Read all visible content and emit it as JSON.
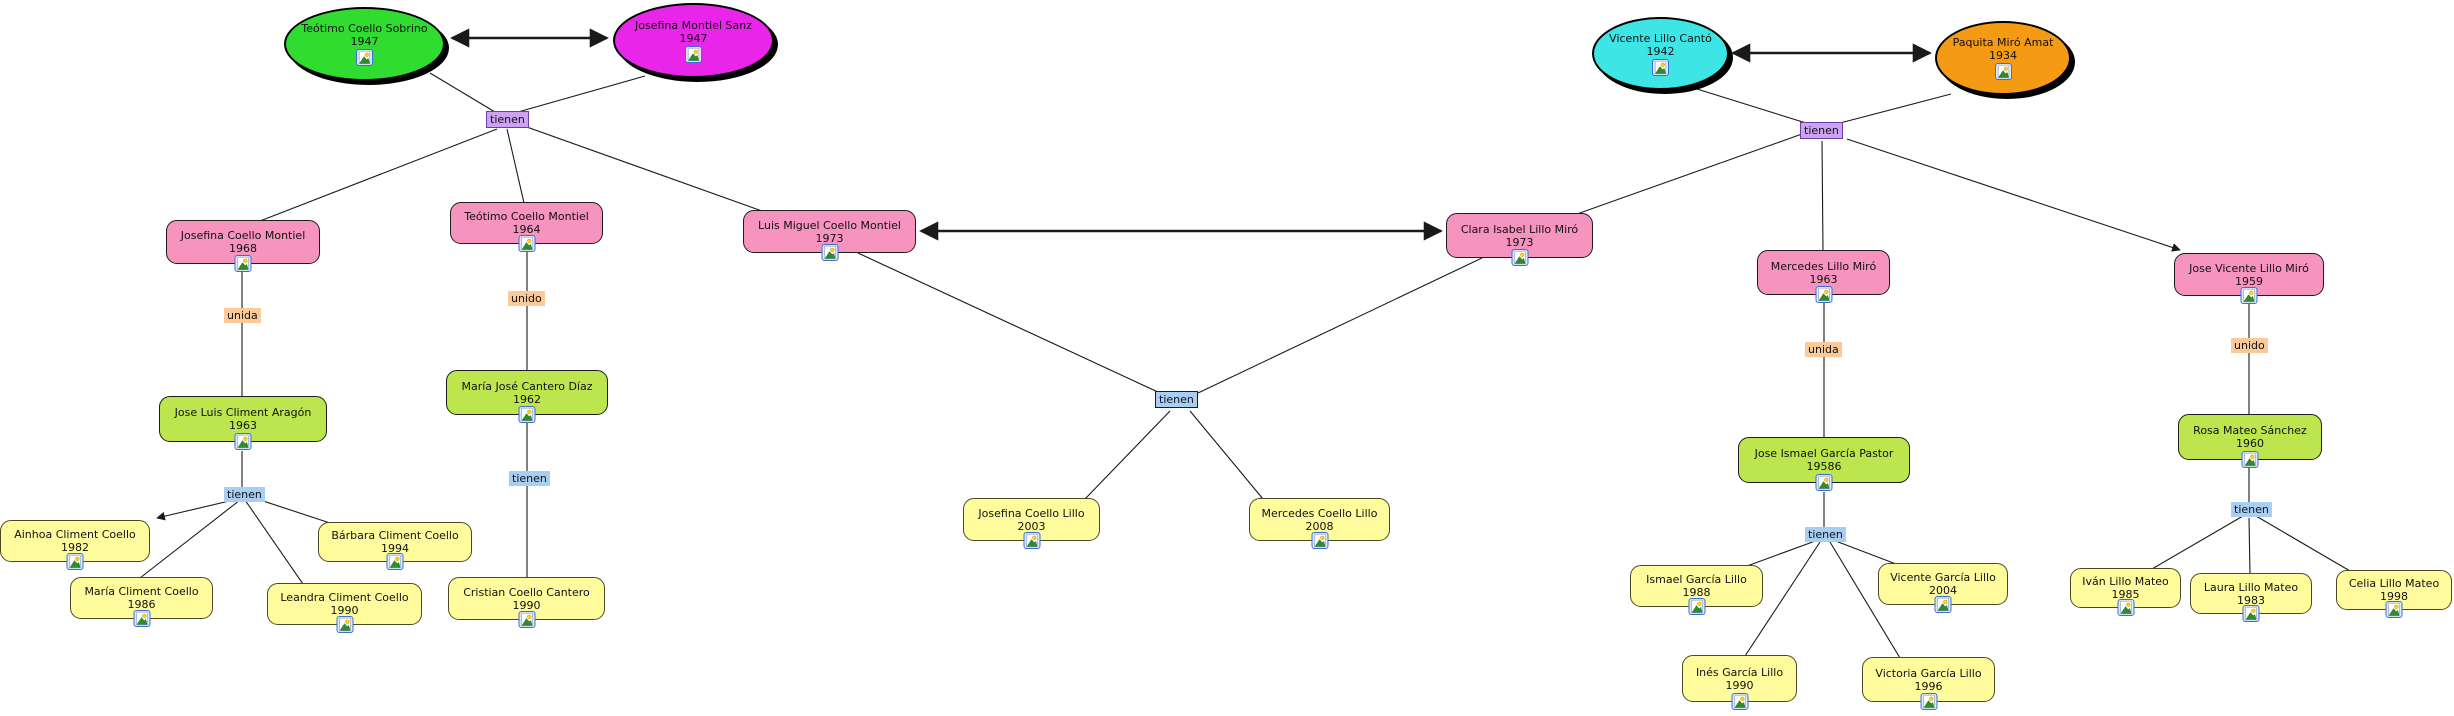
{
  "people": [
    {
      "name": "Teótimo Coello Sobrino",
      "year": "1947"
    },
    {
      "name": "Josefina Montiel Sanz",
      "year": "1947"
    },
    {
      "name": "Vicente Lillo Cantó",
      "year": "1942"
    },
    {
      "name": "Paquita Miró Amat",
      "year": "1934"
    },
    {
      "name": "Josefina Coello Montiel",
      "year": "1968"
    },
    {
      "name": "Teótimo Coello Montiel",
      "year": "1964"
    },
    {
      "name": "Luis Miguel Coello Montiel",
      "year": "1973"
    },
    {
      "name": "Clara Isabel Lillo Miró",
      "year": "1973"
    },
    {
      "name": "Mercedes Lillo Miró",
      "year": "1963"
    },
    {
      "name": "Jose Vicente Lillo Miró",
      "year": "1959"
    },
    {
      "name": "Jose Luis Climent Aragón",
      "year": "1963"
    },
    {
      "name": "María José Cantero Díaz",
      "year": "1962"
    },
    {
      "name": "Jose Ismael García Pastor",
      "year": "19586"
    },
    {
      "name": "Rosa Mateo Sánchez",
      "year": "1960"
    },
    {
      "name": "Ainhoa Climent Coello",
      "year": "1982"
    },
    {
      "name": "María Climent Coello",
      "year": "1986"
    },
    {
      "name": "Bárbara Climent Coello",
      "year": "1994"
    },
    {
      "name": "Leandra Climent Coello",
      "year": "1990"
    },
    {
      "name": "Cristian Coello Cantero",
      "year": "1990"
    },
    {
      "name": "Josefina Coello Lillo",
      "year": "2003"
    },
    {
      "name": "Mercedes Coello Lillo",
      "year": "2008"
    },
    {
      "name": "Ismael García Lillo",
      "year": "1988"
    },
    {
      "name": "Vicente García Lillo",
      "year": "2004"
    },
    {
      "name": "Inés García Lillo",
      "year": "1990"
    },
    {
      "name": "Victoria García Lillo",
      "year": "1996"
    },
    {
      "name": "Iván Lillo Mateo",
      "year": "1985"
    },
    {
      "name": "Laura Lillo Mateo",
      "year": "1983"
    },
    {
      "name": "Celia Lillo Mateo",
      "year": "1998"
    }
  ],
  "labels": [
    {
      "text": "tienen"
    },
    {
      "text": "tienen"
    },
    {
      "text": "tienen"
    },
    {
      "text": "tienen"
    },
    {
      "text": "tienen"
    },
    {
      "text": "tienen"
    },
    {
      "text": "tienen"
    },
    {
      "text": "unida"
    },
    {
      "text": "unido"
    },
    {
      "text": "unida"
    },
    {
      "text": "unido"
    }
  ],
  "icons": {
    "photo": "photo-icon"
  },
  "colors": {
    "ellipse_green": "#2FDC2F",
    "ellipse_magenta": "#EA25EA",
    "ellipse_cyan": "#3DE5E5",
    "ellipse_orange": "#F59B13",
    "node_pink": "#F693BE",
    "node_green": "#BDE64E",
    "node_yellow": "#FFFC9E",
    "label_purple": "#CDA2F2",
    "label_blue": "#A9CEF4",
    "label_peach": "#FBCA98",
    "edge": "#1a1a1a"
  }
}
